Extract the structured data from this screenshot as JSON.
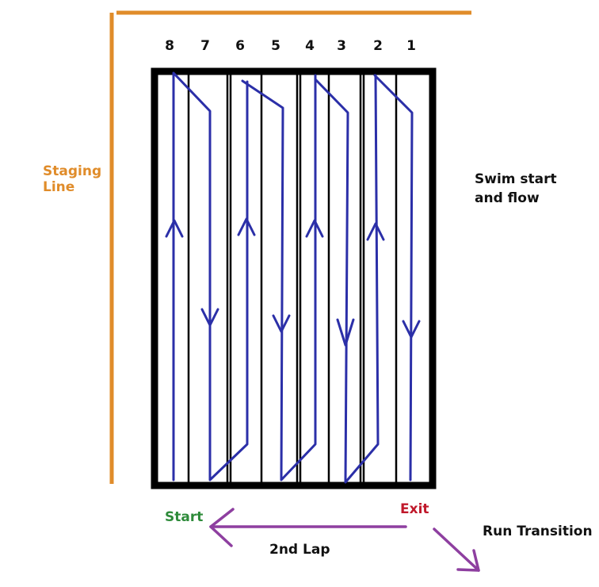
{
  "colors": {
    "staging": "#e08c2a",
    "pool_wall": "#000000",
    "lane_line": "#000000",
    "swim_path": "#2b2fa8",
    "start": "#2e8b3a",
    "exit": "#c0192b",
    "transition": "#8e3fa0",
    "text": "#111111"
  },
  "staging_label": {
    "line1": "Staging",
    "line2": "Line"
  },
  "swim_label": {
    "line1": "Swim start",
    "line2": "and flow"
  },
  "start_label": "Start",
  "exit_label": "Exit",
  "lap_label": "2nd Lap",
  "run_label": "Run Transition",
  "lanes": [
    "8",
    "7",
    "6",
    "5",
    "4",
    "3",
    "2",
    "1"
  ],
  "flow_icons": {
    "up_arrow": "arrow-up-icon",
    "down_arrow": "arrow-down-icon"
  }
}
